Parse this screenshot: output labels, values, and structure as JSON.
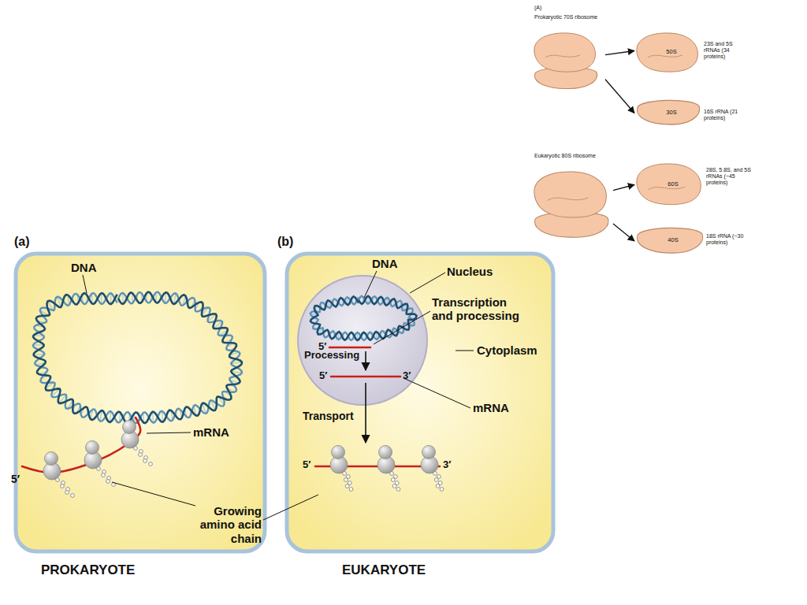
{
  "diagram": {
    "nodes": [
      {
        "text": [
          "Prokaryotic 70S ribosome"
        ]
      },
      {
        "text": [
          "50S"
        ]
      },
      {
        "text": [
          "30S"
        ]
      },
      {
        "text": [
          "Eukaryotic 80S ribosome"
        ]
      },
      {
        "text": [
          "60S"
        ]
      },
      {
        "text": [
          "40S"
        ]
      },
      {
        "text": [
          "PROKARYOTE"
        ]
      },
      {
        "text": [
          "EUKARYOTE"
        ]
      }
    ],
    "edges": [
      {
        "from": 0,
        "to": 1,
        "arrow": "to"
      },
      {
        "from": 0,
        "to": 2,
        "arrow": "to"
      },
      {
        "from": 3,
        "to": 4,
        "arrow": "to"
      },
      {
        "from": 3,
        "to": 5,
        "arrow": "to"
      }
    ],
    "labels": [
      "(A)",
      "23S and 5S rRNAs (34 proteins)",
      "16S rRNA (21 proteins)",
      "28S, 5.8S, and 5S rRNAs (~45 proteins)",
      "18S rRNA (~30 proteins)",
      "(a)",
      "(b)",
      "DNA",
      "mRNA",
      "5′",
      "Growing amino acid chain",
      "DNA",
      "Nucleus",
      "Transcription and processing",
      "5′",
      "Processing",
      "5′",
      "3′",
      "Transport",
      "Cytoplasm",
      "mRNA",
      "5′",
      "3′"
    ]
  }
}
